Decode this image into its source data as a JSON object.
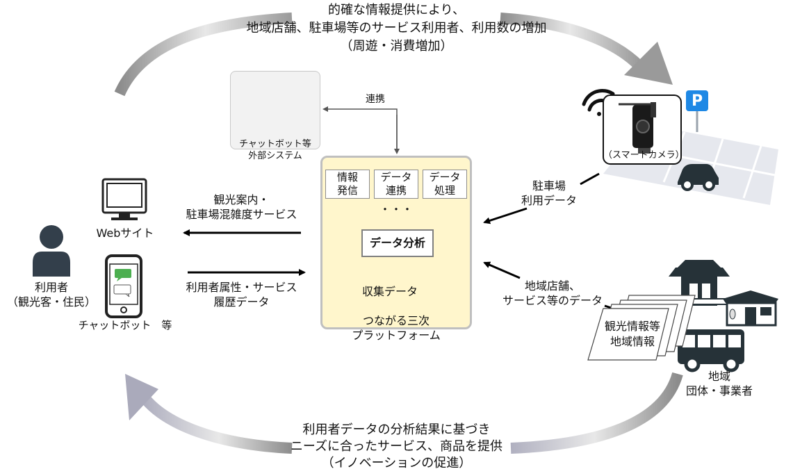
{
  "top_flow": {
    "line1": "的確な情報提供により、",
    "line2": "地域店舗、駐車場等のサービス利用者、利用数の増加",
    "line3": "（周遊・消費増加）"
  },
  "bottom_flow": {
    "line1": "利用者データの分析結果に基づき",
    "line2": "ニーズに合ったサービス、商品を提供",
    "line3": "（イノベーションの促進）"
  },
  "external_system": {
    "line1": "チャットボット等",
    "line2": "外部システム",
    "link_label": "連携"
  },
  "platform": {
    "functions": [
      {
        "line1": "情報",
        "line2": "発信"
      },
      {
        "line1": "データ",
        "line2": "連携"
      },
      {
        "line1": "データ",
        "line2": "処理"
      }
    ],
    "ellipsis": "・・・",
    "analysis": "データ分析",
    "collected": "収集データ",
    "name_line1": "つながる三次",
    "name_line2": "プラットフォーム"
  },
  "user_side": {
    "website_label": "Webサイト",
    "chatbot_label": "チャットボット　等",
    "user_line1": "利用者",
    "user_line2": "（観光客・住民）",
    "service_line1": "観光案内・",
    "service_line2": "駐車場混雑度サービス",
    "data_line1": "利用者属性・サービス",
    "data_line2": "履歴データ"
  },
  "parking_side": {
    "camera_label": "（スマートカメラ）",
    "parking_sign": "P",
    "data_line1": "駐車場",
    "data_line2": "利用データ"
  },
  "region_side": {
    "data_line1": "地域店舗、",
    "data_line2": "サービス等のデータ",
    "doc_line1": "観光情報等",
    "doc_line2": "地域情報",
    "org_line1": "地域",
    "org_line2": "団体・事業者"
  },
  "colors": {
    "arrow_gray": "#a6a6a6",
    "platform_fill": "#fff6cc",
    "icon_dark": "#333f4b",
    "parking_blue": "#1e88e5"
  }
}
